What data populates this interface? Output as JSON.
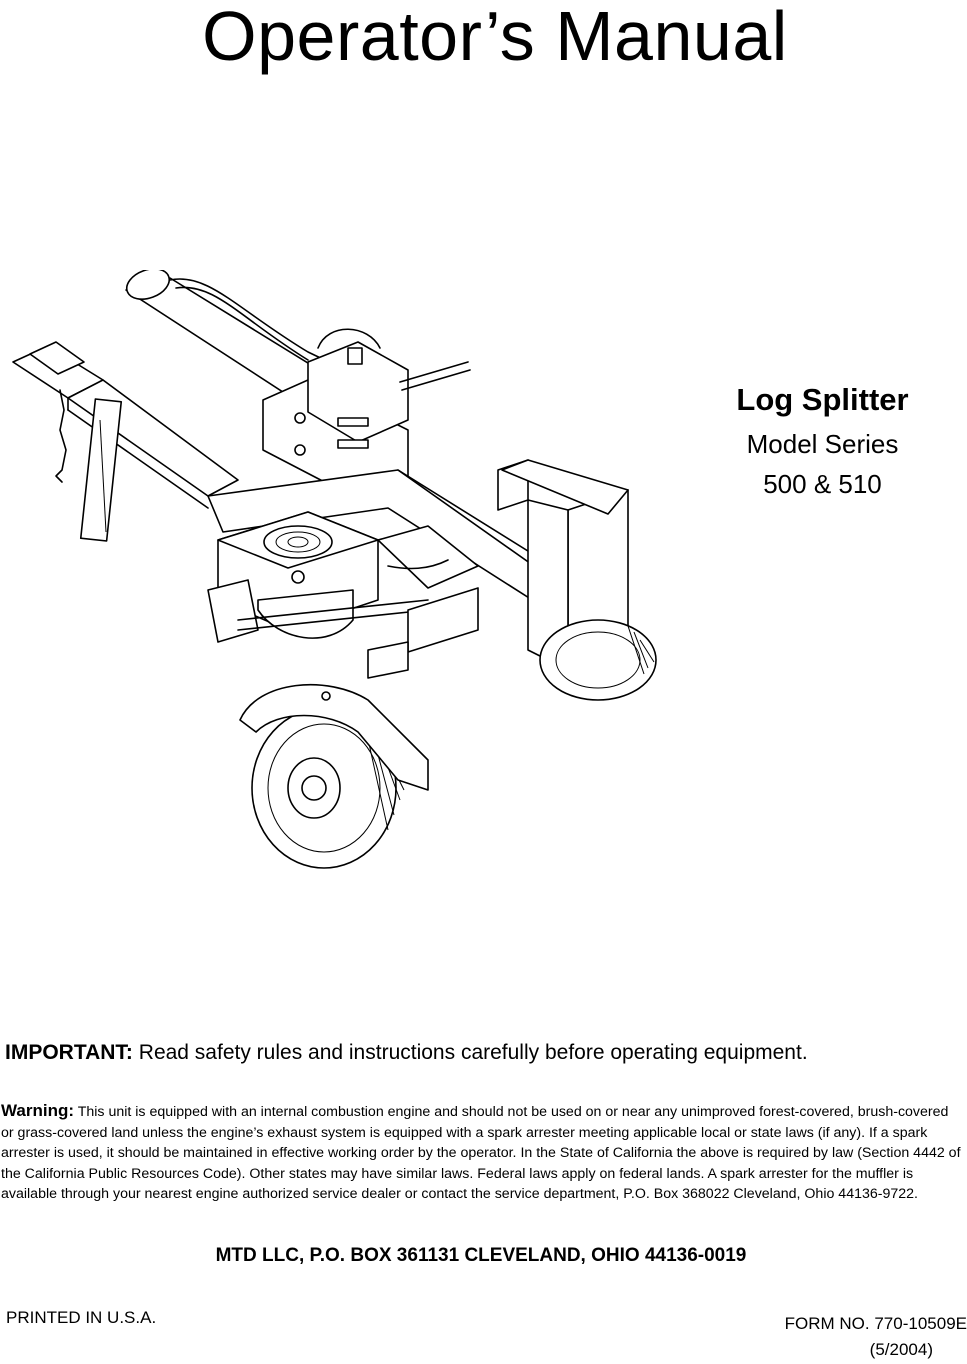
{
  "header": {
    "title": "Operator’s Manual"
  },
  "product": {
    "name": "Log Splitter",
    "series": "Model Series",
    "models": "500 & 510"
  },
  "notice": {
    "important_label": "IMPORTANT:",
    "important_text": " Read safety rules and instructions carefully before operating equipment.",
    "warning_label": "Warning:",
    "warning_text": " This unit is equipped with an internal combustion engine and should not be used on or near any unimproved forest-covered, brush-covered or grass-covered land unless the engine’s exhaust system is equipped with a spark arrester meeting applicable local or state laws (if any). If a spark arrester is used, it should be maintained in effective working order by the operator. In the State of California the above is required by law (Section 4442 of the California Public Resources Code). Other states may have similar laws. Federal laws apply on federal lands. A spark arrester for the muffler is available through your nearest engine authorized service dealer or contact the service department, P.O. Box 368022 Cleveland, Ohio 44136-9722."
  },
  "footer": {
    "company": "MTD LLC, P.O. BOX 361131 CLEVELAND, OHIO 44136-0019",
    "printed": "PRINTED IN U.S.A.",
    "form_number": "FORM NO. 770-10509E",
    "form_date": "(5/2004)"
  },
  "illustration": {
    "subject": "log-splitter-line-drawing",
    "line_color": "#000000",
    "background_color": "#ffffff"
  }
}
